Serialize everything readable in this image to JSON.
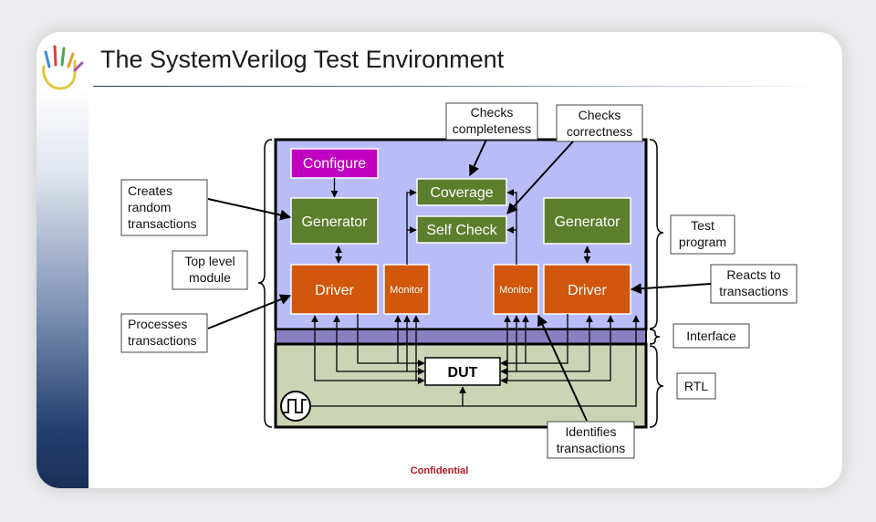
{
  "slide": {
    "title": "The SystemVerilog Test Environment",
    "footer": "Confidential"
  },
  "blocks": {
    "configure": "Configure",
    "generator_left": "Generator",
    "generator_right": "Generator",
    "driver_left": "Driver",
    "driver_right": "Driver",
    "monitor_left": "Monitor",
    "monitor_right": "Monitor",
    "coverage": "Coverage",
    "self_check": "Self Check",
    "dut": "DUT"
  },
  "callouts": {
    "checks_completeness": [
      "Checks",
      "completeness"
    ],
    "checks_correctness": [
      "Checks",
      "correctness"
    ],
    "creates_random": [
      "Creates",
      "random",
      "transactions"
    ],
    "top_level": [
      "Top level",
      "module"
    ],
    "processes": [
      "Processes",
      "transactions"
    ],
    "identifies": [
      "Identifies",
      "transactions"
    ],
    "reacts": [
      "Reacts to",
      "transactions"
    ],
    "test_program": [
      "Test",
      "program"
    ],
    "interface": [
      "Interface"
    ],
    "rtl": [
      "RTL"
    ]
  },
  "colors": {
    "test_area": "#b8bdf8",
    "interface_band": "#8880c0",
    "rtl_area": "#cbd5b6",
    "configure": "#c000c0",
    "green_block": "#5b7f2d",
    "orange_block": "#d0570b",
    "footer_red": "#b4161d"
  },
  "icons": {
    "logo": "colorful-hand-logo",
    "clock": "clock-waveform-icon"
  }
}
